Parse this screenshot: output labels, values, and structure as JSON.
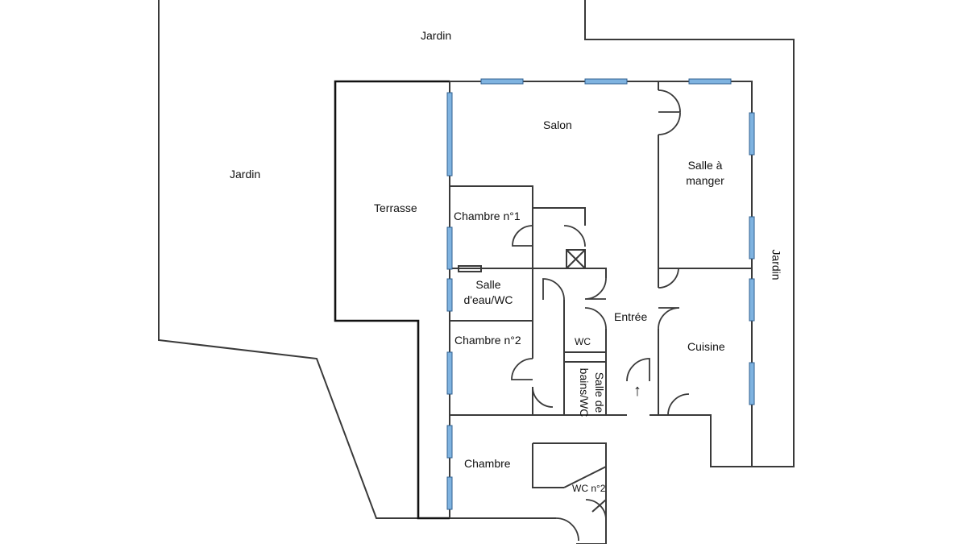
{
  "rooms": {
    "jardin_top": "Jardin",
    "jardin_left": "Jardin",
    "jardin_right": "Jardin",
    "terrasse": "Terrasse",
    "salon": "Salon",
    "salle_a_manger_1": "Salle à",
    "salle_a_manger_2": "manger",
    "chambre1": "Chambre n°1",
    "salle_eau_1": "Salle",
    "salle_eau_2": "d'eau/WC",
    "chambre2": "Chambre n°2",
    "wc": "WC",
    "salle_bains_1": "Salle de",
    "salle_bains_2": "bains/WC",
    "entree": "Entrée",
    "cuisine": "Cuisine",
    "chambre3": "Chambre",
    "wc2": "WC n°2"
  },
  "entrance_arrow": "↑",
  "colors": {
    "window": "#7fb3e0",
    "wall": "#3a3a3a"
  }
}
